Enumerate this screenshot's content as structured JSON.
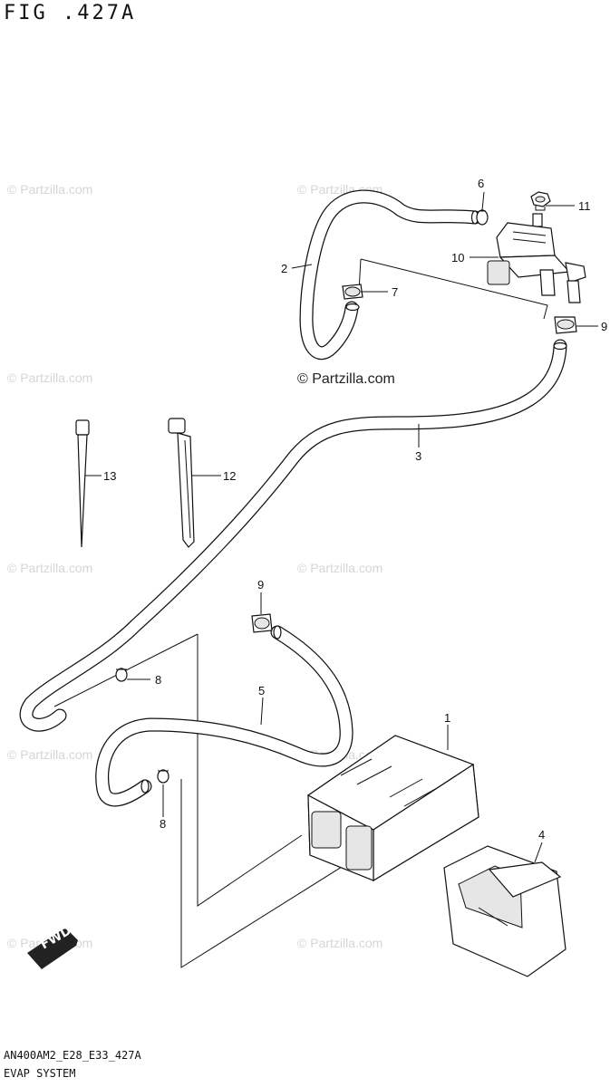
{
  "figure": {
    "title": "FIG .427A",
    "code": "AN400AM2_E28_E33_427A",
    "name": "EVAP SYSTEM"
  },
  "watermark": {
    "text": "© Partzilla.com",
    "main_text": "© Partzilla.com"
  },
  "direction_badge": "FWD",
  "callouts": {
    "c1": "1",
    "c2": "2",
    "c3": "3",
    "c4": "4",
    "c5": "5",
    "c6": "6",
    "c7": "7",
    "c8a": "8",
    "c8b": "8",
    "c9a": "9",
    "c9b": "9",
    "c10": "10",
    "c11": "11",
    "c12": "12",
    "c13": "13"
  }
}
